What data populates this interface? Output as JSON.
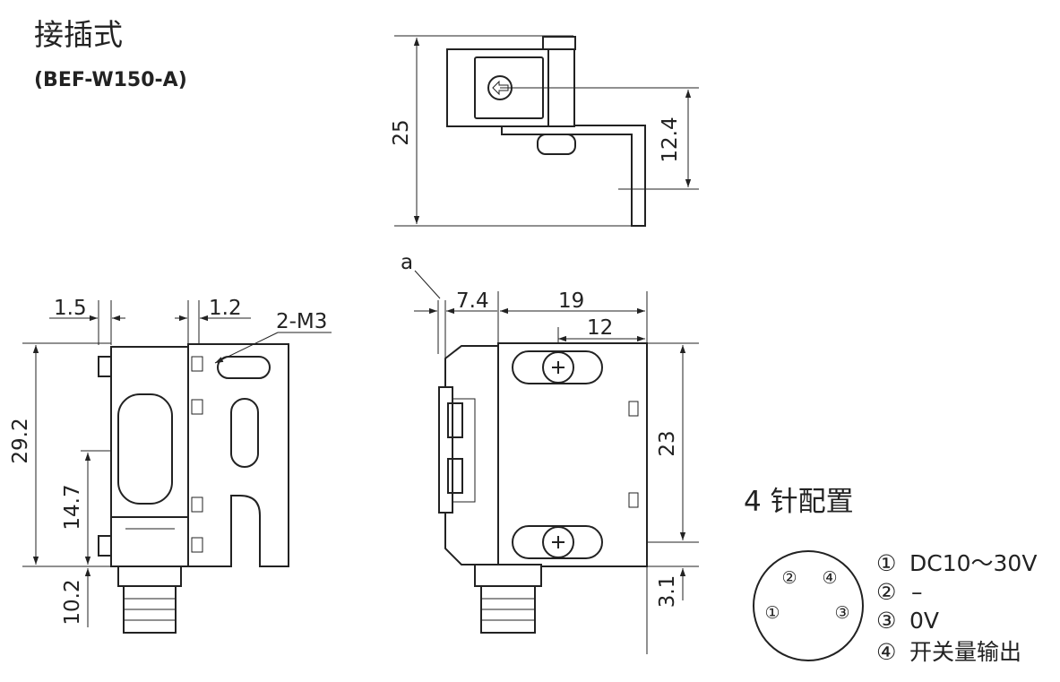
{
  "title": "接插式",
  "model": "(BEF-W150-A)",
  "top_view": {
    "dim_height": "25",
    "dim_axis": "12.4"
  },
  "front_view": {
    "dim_left_offset": "1.5",
    "dim_right_offset": "1.2",
    "mount_holes": "2-M3",
    "dim_height": "29.2",
    "dim_axis": "14.7",
    "dim_connector": "10.2"
  },
  "side_view": {
    "callout_a": "a",
    "dim_a_gap": "7.4",
    "dim_width": "19",
    "dim_hole_pitch": "12",
    "dim_height": "23",
    "dim_bottom": "3.1"
  },
  "pinout": {
    "title": "4 针配置",
    "pins": [
      {
        "num": "①",
        "label": "DC10～30V"
      },
      {
        "num": "②",
        "label": "–"
      },
      {
        "num": "③",
        "label": "0V"
      },
      {
        "num": "④",
        "label": "开关量输出"
      }
    ]
  }
}
